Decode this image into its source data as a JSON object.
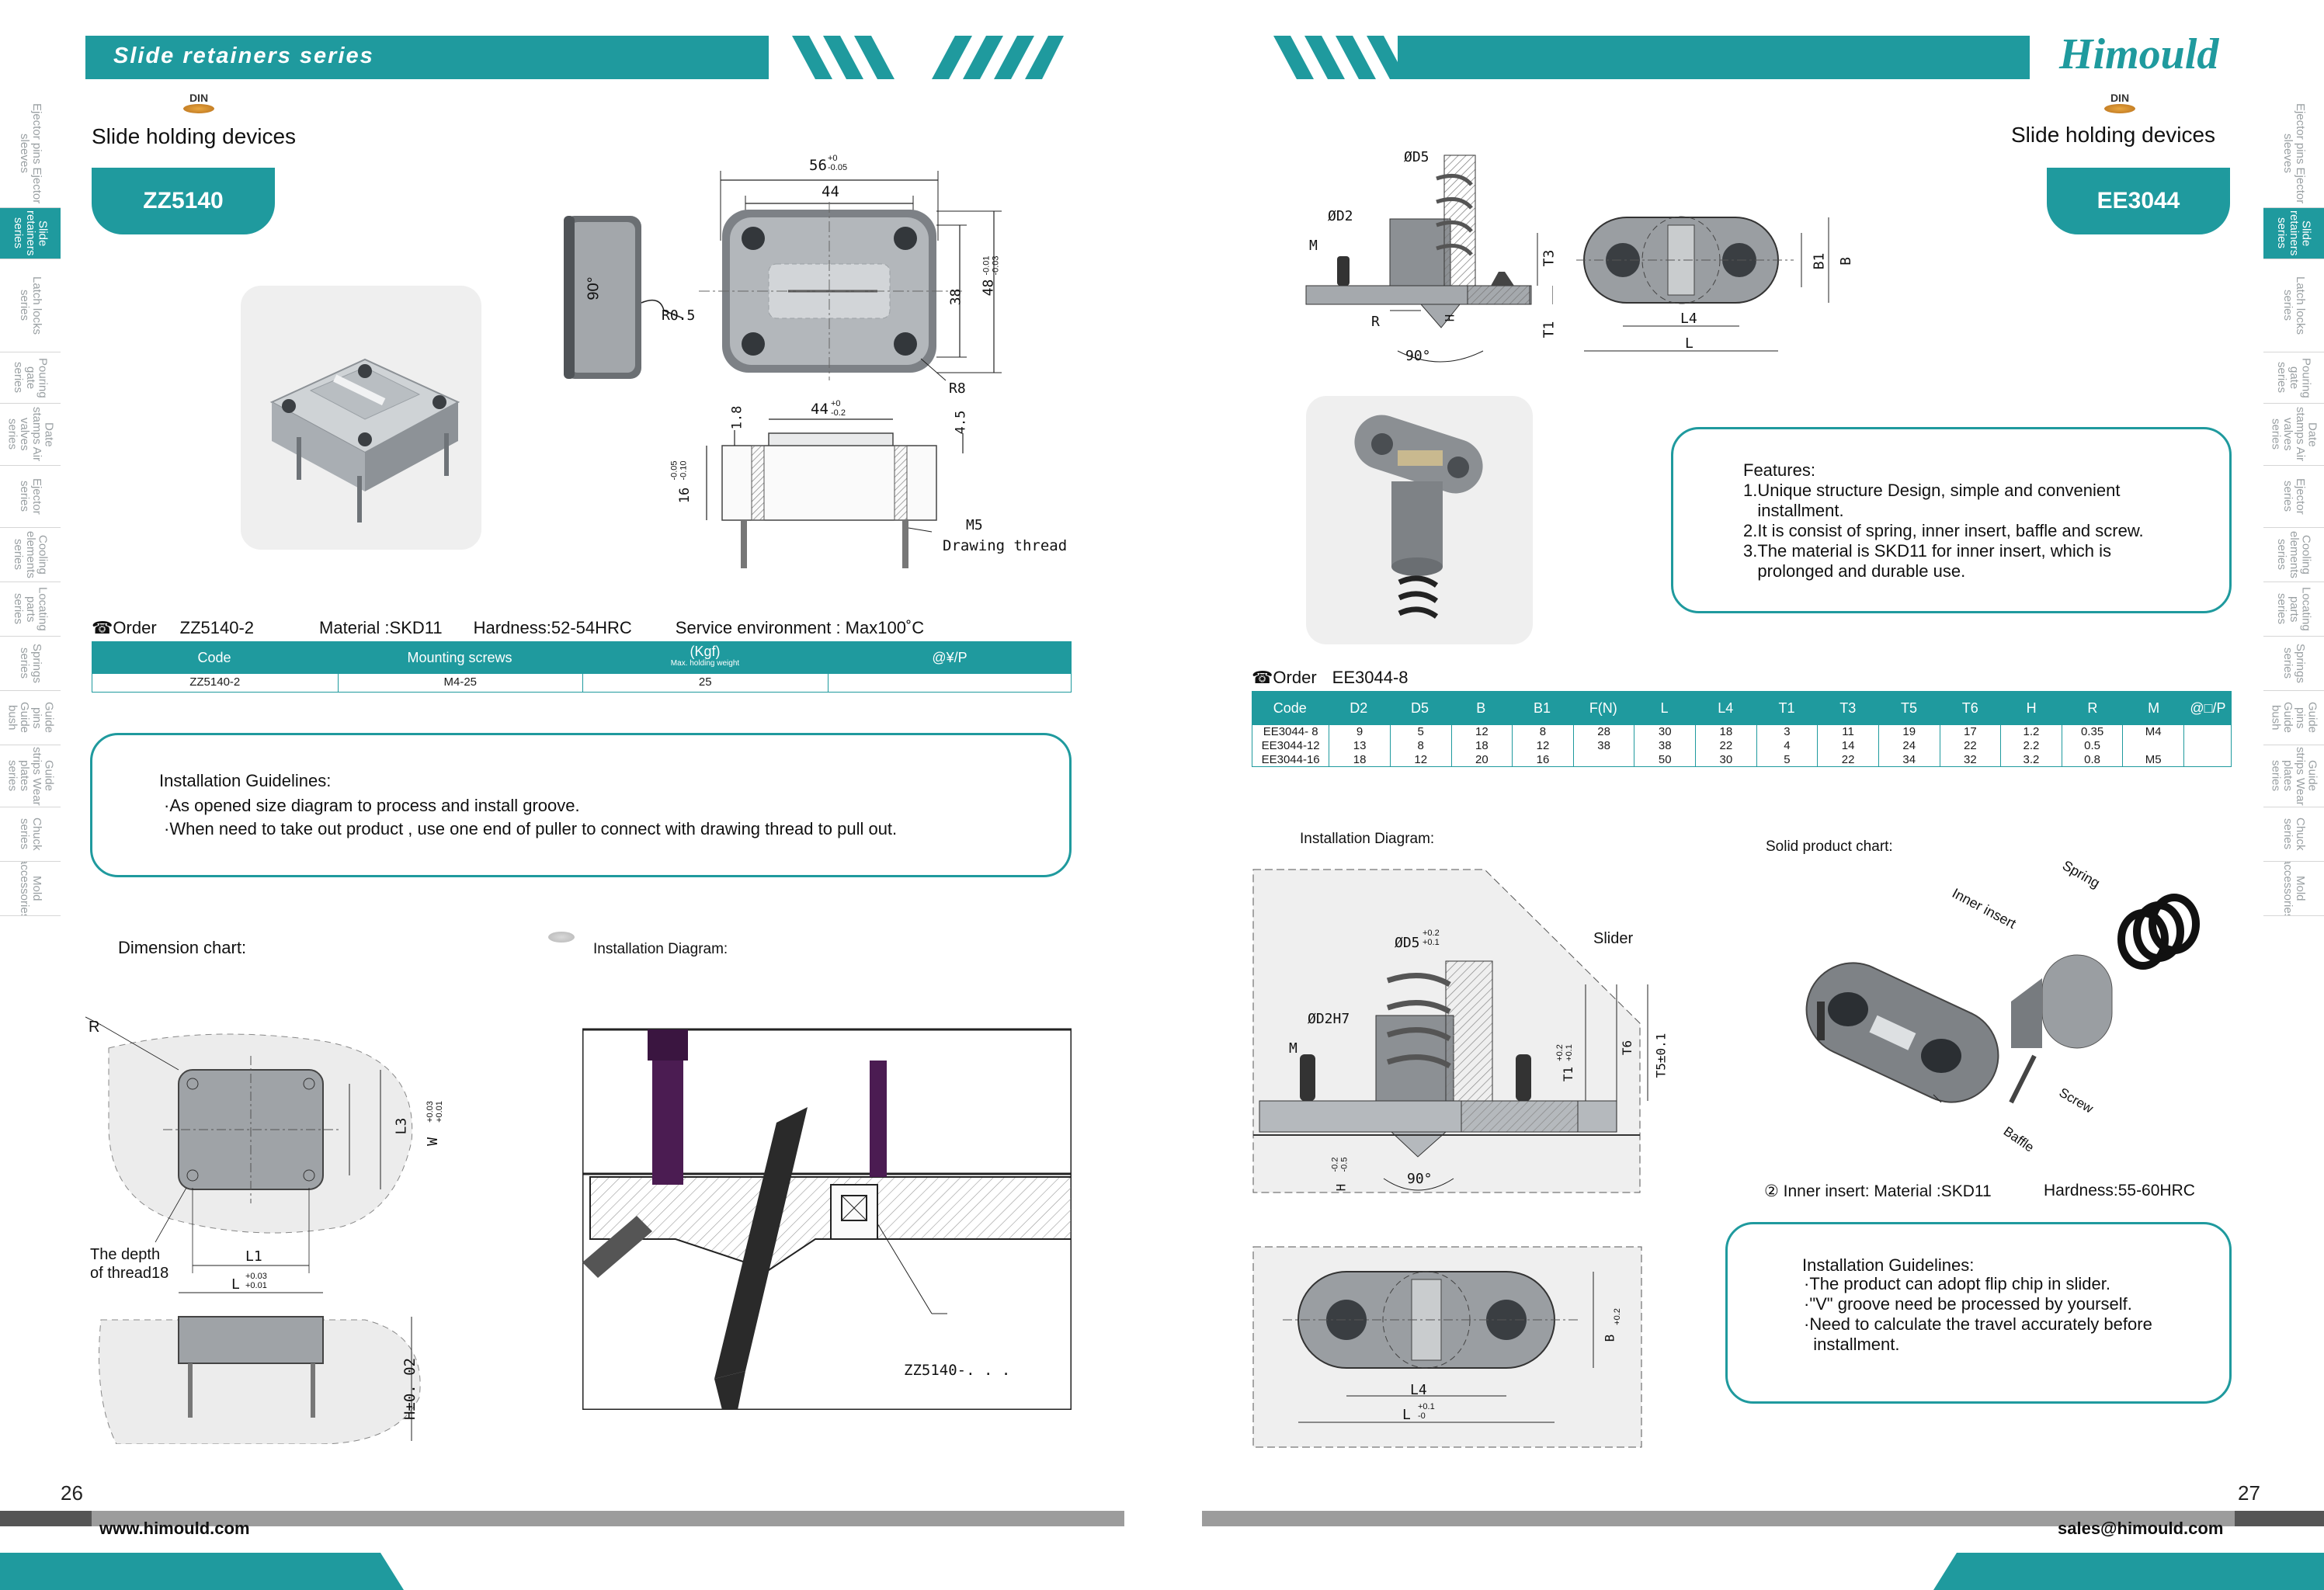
{
  "header": {
    "series_title": "Slide retainers series",
    "brand": "Himould"
  },
  "sidebar_left": [
    "Ejector pins Ejector sleeves",
    "Slide retainers series",
    "Latch locks series",
    "Pouring gate series",
    "Date stamps Air valves series",
    "Ejector series",
    "Cooling elements series",
    "Locating parts series",
    "Springs series",
    "Guide pins Guide bush",
    "Guide strips Wear plates series",
    "Chuck series",
    "Mold accessories"
  ],
  "din": "DIN",
  "left": {
    "section_title": "Slide holding devices",
    "code_tab": "ZZ5140",
    "dims": {
      "w56": "56",
      "w56_tol": "+0\n-0.05",
      "w44": "44",
      "w44b": "44",
      "w44b_tol": "+0\n-0.2",
      "h38": "38",
      "h48": "48",
      "h48_tol": "-0.01\n-0.03",
      "r05": "R0.5",
      "r8": "R8",
      "ang90": "90°",
      "d18": "1.8",
      "d45": "4.5",
      "d16": "16",
      "d16_tol": "-0.05\n-0.10",
      "m5": "M5",
      "drawing_thread": "Drawing thread"
    },
    "order": {
      "label": "Order",
      "code": "ZZ5140-2",
      "material": "Material :SKD11",
      "hardness": "Hardness:52-54HRC",
      "env": "Service environment : Max100˚C"
    },
    "table": {
      "headers": [
        "Code",
        "Mounting screws",
        "(Kgf)",
        "@¥/P"
      ],
      "sub_header": "Max. holding weight",
      "rows": [
        [
          "ZZ5140-2",
          "M4-25",
          "25",
          ""
        ]
      ]
    },
    "install_box": {
      "title": "Installation Guidelines:",
      "lines": [
        "·As opened size diagram to process and install groove.",
        "·When need to take out product , use one end of puller to connect with drawing thread to pull out."
      ]
    },
    "dimension_chart": {
      "title": "Dimension chart:",
      "r": "R",
      "l3": "L3",
      "w": "W",
      "w_tol": "+0.03\n+0.01",
      "l1": "L1",
      "l": "L",
      "l_tol": "+0.03\n+0.01",
      "depth": "The depth\nof thread18",
      "h": "H±0. 02"
    },
    "install_diagram": {
      "title": "Installation Diagram:",
      "callout": "ZZ5140-. . ."
    },
    "page_num": "26",
    "url": "www.himould.com"
  },
  "right": {
    "section_title": "Slide holding devices",
    "code_tab": "EE3044",
    "dims": {
      "d5": "ØD5",
      "d2": "ØD2",
      "m": "M",
      "t3": "T3",
      "t1": "T1",
      "r": "R",
      "h": "H",
      "ang90": "90°",
      "b1": "B1",
      "b": "B",
      "l4": "L4",
      "l": "L"
    },
    "features": {
      "title": "Features:",
      "lines": [
        "1.Unique structure Design, simple and convenient",
        "   installment.",
        "2.It is consist of spring, inner insert, baffle and screw.",
        "3.The material is SKD11 for inner insert, which is",
        "   prolonged and durable use."
      ]
    },
    "order": {
      "label": "Order",
      "code": "EE3044-8"
    },
    "table": {
      "headers": [
        "Code",
        "D2",
        "D5",
        "B",
        "B1",
        "F(N)",
        "L",
        "L4",
        "T1",
        "T3",
        "T5",
        "T6",
        "H",
        "R",
        "M",
        "@□/P"
      ],
      "rows": [
        [
          "EE3044- 8",
          "9",
          "5",
          "12",
          "8",
          "28",
          "30",
          "18",
          "3",
          "11",
          "19",
          "17",
          "1.2",
          "0.35",
          "M4",
          ""
        ],
        [
          "EE3044-12",
          "13",
          "8",
          "18",
          "12",
          "38",
          "38",
          "22",
          "4",
          "14",
          "24",
          "22",
          "2.2",
          "0.5",
          "",
          ""
        ],
        [
          "EE3044-16",
          "18",
          "12",
          "20",
          "16",
          "",
          "50",
          "30",
          "5",
          "22",
          "34",
          "32",
          "3.2",
          "0.8",
          "M5",
          ""
        ]
      ]
    },
    "install_diagram": {
      "title": "Installation Diagram:",
      "slider": "Slider",
      "d5": "ØD5",
      "d5_tol": "+0.2\n+0.1",
      "d2": "ØD2H7",
      "m": "M",
      "t1": "T1",
      "t1_tol": "+0.2\n+0.1",
      "t6": "T6",
      "t5": "T5±0.1",
      "h": "H",
      "h_tol": "-0.2\n-0.5",
      "ang90": "90°",
      "b": "B",
      "b_tol": "+0.2",
      "l4": "L4",
      "l": "L",
      "l_tol": "+0.1\n-0"
    },
    "solid_chart": {
      "title": "Solid product chart:",
      "spring": "Spring",
      "inner_insert": "Inner insert",
      "screw": "Screw",
      "baffle": "Baffle",
      "material_line": "② Inner insert: Material :SKD11",
      "hardness_line": "Hardness:55-60HRC"
    },
    "install_box": {
      "title": "Installation Guidelines:",
      "lines": [
        "·The product can adopt flip chip in slider.",
        "·\"V\" groove need be processed by yourself.",
        "·Need to calculate the travel accurately before",
        "  installment."
      ]
    },
    "page_num": "27",
    "email": "sales@himould.com"
  }
}
